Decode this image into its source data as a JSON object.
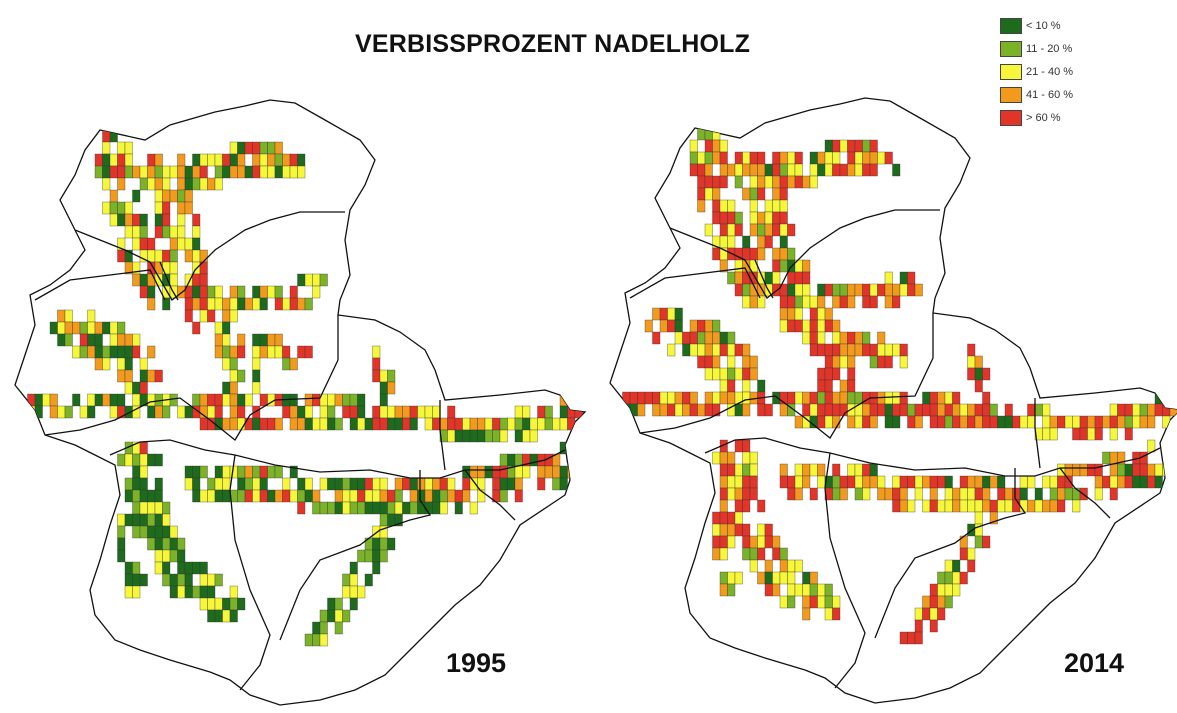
{
  "title": "VERBISSPROZENT NADELHOLZ",
  "legend": [
    {
      "label": "< 10 %",
      "color": "#1e6b1e"
    },
    {
      "label": "11 - 20 %",
      "color": "#7cb22a"
    },
    {
      "label": "21 - 40 %",
      "color": "#f6f63a"
    },
    {
      "label": "41 - 60 %",
      "color": "#f29a1e"
    },
    {
      "label": "> 60 %",
      "color": "#e2352a"
    }
  ],
  "maps": [
    {
      "year": "1995",
      "distribution": [
        0.18,
        0.1,
        0.3,
        0.22,
        0.2
      ]
    },
    {
      "year": "2014",
      "distribution": [
        0.07,
        0.08,
        0.28,
        0.23,
        0.34
      ]
    }
  ]
}
